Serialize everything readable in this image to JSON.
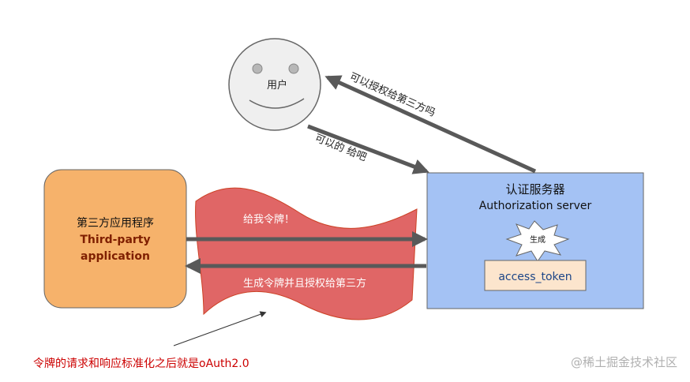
{
  "user": {
    "label": "用户"
  },
  "third_party": {
    "label_cn": "第三方应用程序",
    "label_en_line1": "Third-party",
    "label_en_line2": "application"
  },
  "auth_server": {
    "label_cn": "认证服务器",
    "label_en": "Authorization server"
  },
  "starburst": {
    "label": "生成"
  },
  "token_box": {
    "label": "access_token"
  },
  "arrows": {
    "ask_user": "可以授权给第三方吗",
    "user_reply": "可以的 给吧",
    "request_token": "给我令牌！",
    "grant_token": "生成令牌并且授权给第三方"
  },
  "annotation": {
    "text": "令牌的请求和响应标准化之后就是oAuth2.0"
  },
  "watermark": {
    "text": "@稀土掘金技术社区"
  },
  "colors": {
    "third_party_fill": "#f6b26b",
    "auth_server_fill": "#a4c2f4",
    "banner_fill": "#e06666",
    "token_fill": "#fce5cd",
    "token_text": "#1c4587",
    "face_fill": "#efefef",
    "arrow": "#595959",
    "annotation_text": "#cc0000"
  }
}
